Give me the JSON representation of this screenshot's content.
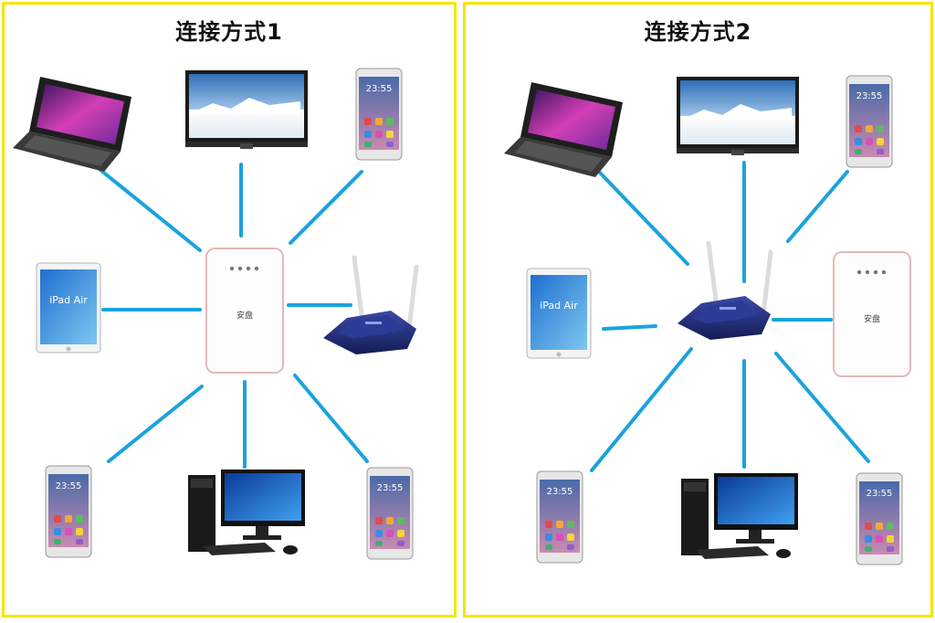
{
  "colors": {
    "frame": "#f7e500",
    "link": "#1aa3dd",
    "router": "#1d2a7a",
    "screen_blue": "#3a78c8"
  },
  "panels": [
    {
      "title": "连接方式1",
      "hub": "storage-device",
      "devices": [
        "laptop",
        "tv",
        "phone",
        "tablet",
        "router",
        "phone",
        "desktop",
        "phone"
      ]
    },
    {
      "title": "连接方式2",
      "hub": "router",
      "devices": [
        "laptop",
        "tv",
        "phone",
        "tablet",
        "storage-device",
        "phone",
        "desktop",
        "phone"
      ]
    }
  ],
  "labels": {
    "storage_brand": "安盘",
    "phone_time": "23:55",
    "tablet_title": "iPad Air"
  }
}
